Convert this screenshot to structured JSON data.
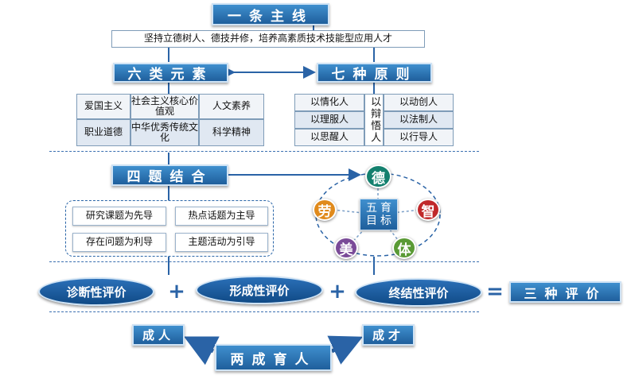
{
  "main_line": {
    "title": "一条主线",
    "subtitle": "坚持立德树人、德技并修，培养高素质技术技能型应用人才"
  },
  "six_elements": {
    "title": "六类元素",
    "items": [
      "爱国主义",
      "社会主义核心价值观",
      "人文素养",
      "职业道德",
      "中华优秀传统文化",
      "科学精神"
    ]
  },
  "seven_principles": {
    "title": "七种原则",
    "left": [
      "以情化人",
      "以理服人",
      "以思醒人"
    ],
    "middle": "以辩悟人",
    "right": [
      "以动创人",
      "以法制人",
      "以行导人"
    ]
  },
  "four_topics": {
    "title": "四题结合",
    "items": [
      "研究课题为先导",
      "热点话题为主导",
      "存在问题为利导",
      "主题活动为引导"
    ]
  },
  "five_goals": {
    "center": "五育目标",
    "nodes": [
      {
        "label": "德",
        "color": "#14806e"
      },
      {
        "label": "智",
        "color": "#c0282a"
      },
      {
        "label": "体",
        "color": "#5a9a35"
      },
      {
        "label": "美",
        "color": "#7a4a98"
      },
      {
        "label": "劳",
        "color": "#e08a1c"
      }
    ]
  },
  "evaluation": {
    "items": [
      "诊断性评价",
      "形成性评价",
      "终结性评价"
    ],
    "plus": "+",
    "equals": "=",
    "result": "三种评价"
  },
  "two_growth": {
    "title": "两成育人",
    "left": "成人",
    "right": "成才"
  },
  "colors": {
    "primary": "#1f5f9c",
    "accent": "#2a63a6",
    "cell_light": "#f1f4f8",
    "cell_dark": "#e0e8f2"
  }
}
